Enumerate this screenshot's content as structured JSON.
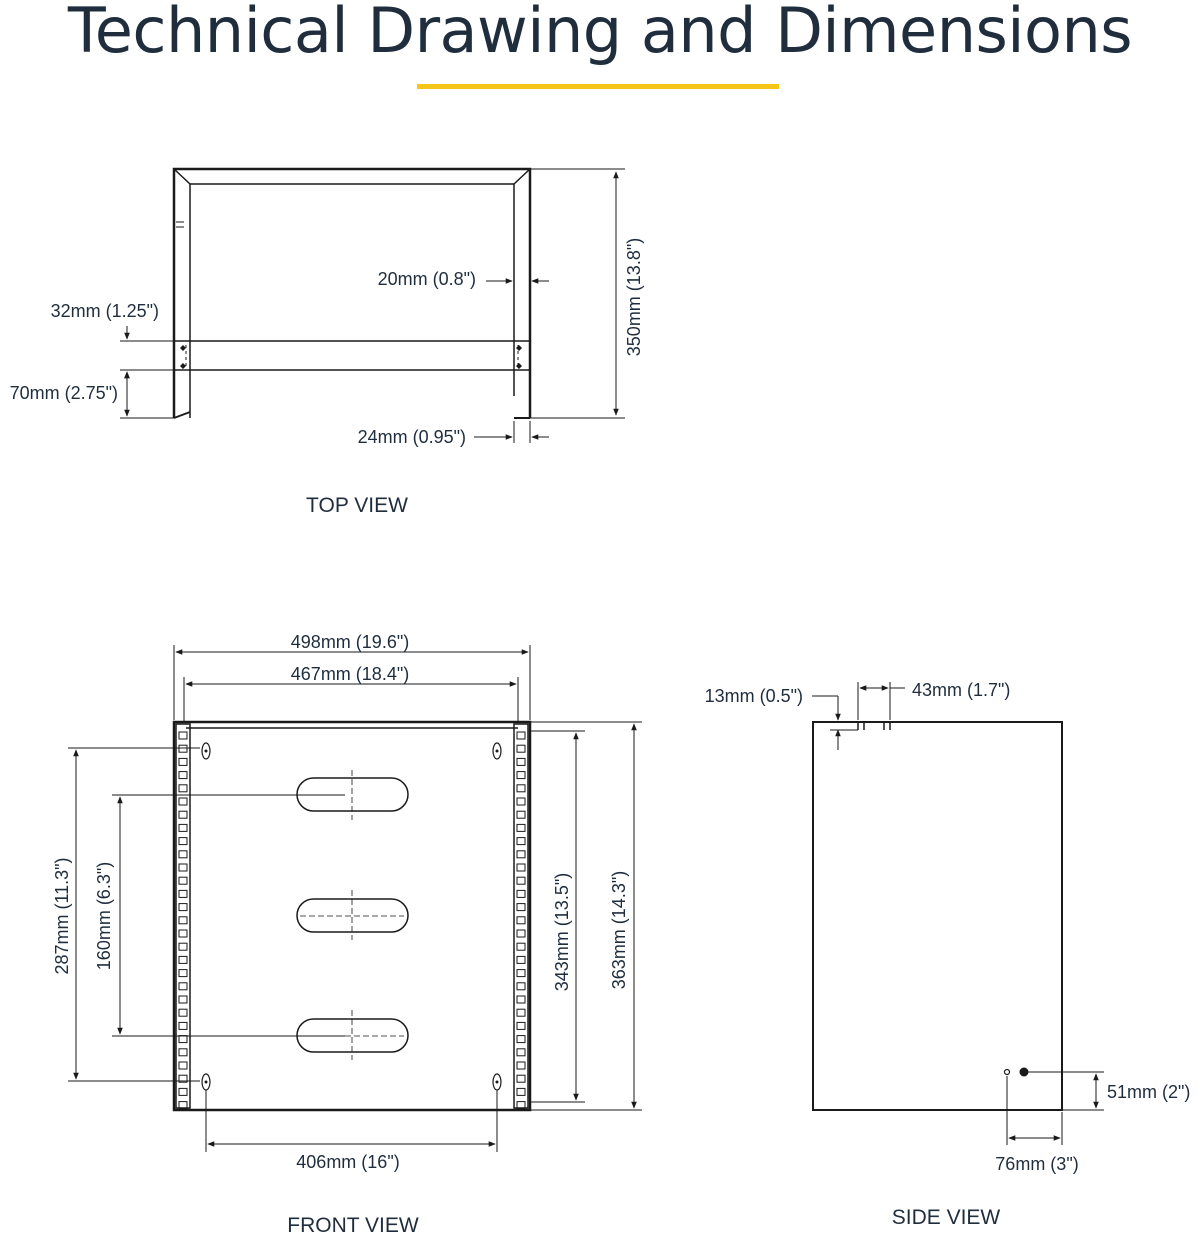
{
  "header": {
    "title": "Technical Drawing and Dimensions",
    "accent_color": "#f5c518"
  },
  "top_view": {
    "label": "TOP VIEW",
    "dim_inner_rail": "20mm (0.8\")",
    "dim_depth": "350mm (13.8\")",
    "dim_bracket": "32mm (1.25\")",
    "dim_offset": "70mm (2.75\")",
    "dim_foot": "24mm (0.95\")"
  },
  "front_view": {
    "label": "FRONT VIEW",
    "dim_outer_width": "498mm (19.6\")",
    "dim_inner_width": "467mm (18.4\")",
    "dim_hole_spacing_h": "406mm (16\")",
    "dim_hole_spacing_v": "287mm (11.3\")",
    "dim_slot_spacing": "160mm (6.3\")",
    "dim_rail_height": "343mm (13.5\")",
    "dim_height": "363mm (14.3\")"
  },
  "side_view": {
    "label": "SIDE VIEW",
    "dim_top_offset": "13mm (0.5\")",
    "dim_top_width": "43mm (1.7\")",
    "dim_bottom_height": "51mm (2\")",
    "dim_bottom_width": "76mm (3\")"
  }
}
